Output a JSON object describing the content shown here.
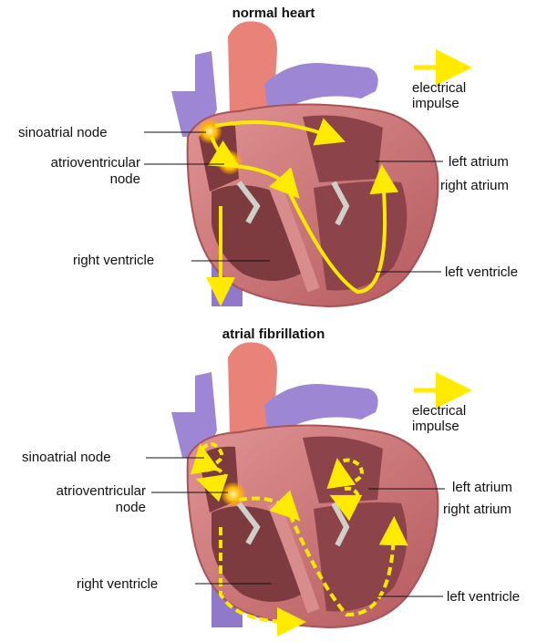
{
  "panels": [
    {
      "title": "normal heart",
      "legend": [
        "electrical",
        "impulse"
      ],
      "labels": {
        "sinoatrial": "sinoatrial node",
        "av1": "atrioventricular",
        "av2": "node",
        "left_atrium": "left atrium",
        "right_atrium": "right atrium",
        "right_ventricle": "right ventricle",
        "left_ventricle": "left ventricle"
      }
    },
    {
      "title": "atrial fibrillation",
      "legend": [
        "electrical",
        "impulse"
      ],
      "labels": {
        "sinoatrial": "sinoatrial node",
        "av1": "atrioventricular",
        "av2": "node",
        "left_atrium": "left atrium",
        "right_atrium": "right atrium",
        "right_ventricle": "right ventricle",
        "left_ventricle": "left ventricle"
      }
    }
  ],
  "colors": {
    "impulse": "#ffea00",
    "vein": "#9d87d4",
    "aorta": "#e9837a",
    "muscle": "#c96a6a",
    "chamber": "#7e3b3f",
    "node_glow": "#ffb300"
  }
}
